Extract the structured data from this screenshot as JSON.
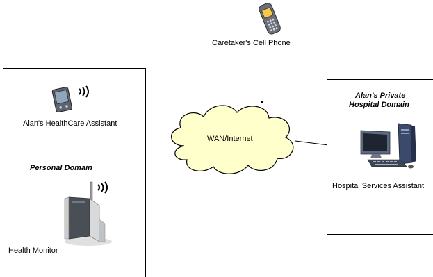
{
  "nodes": {
    "caretaker_phone": {
      "label": "Caretaker's Cell Phone",
      "icon": "cell-phone-icon"
    },
    "healthcare_assistant": {
      "label": "Alan's HealthCare Assistant",
      "icon": "pda-icon"
    },
    "health_monitor": {
      "label": "Health Monitor",
      "icon": "router-icon"
    },
    "wan": {
      "label": "WAN/Internet",
      "icon": "cloud-icon"
    },
    "hospital_services": {
      "label": "Hospital Services Assistant",
      "icon": "desktop-computer-icon"
    }
  },
  "domains": {
    "personal": {
      "title": "Personal Domain"
    },
    "hospital": {
      "title_line1": "Alan's Private",
      "title_line2": "Hospital Domain"
    }
  },
  "colors": {
    "cloud_fill": "#ffffcc",
    "border": "#000000",
    "phone_screen": "#f5c84a"
  }
}
